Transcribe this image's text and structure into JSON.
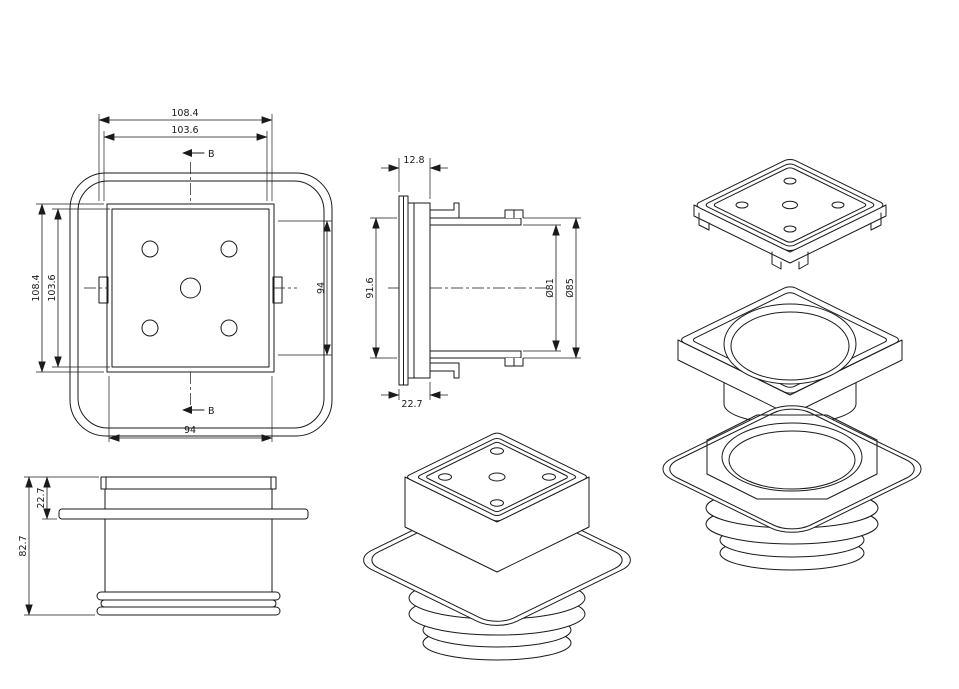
{
  "drawing": {
    "background": "#ffffff",
    "line_color": "#1a1a1a"
  },
  "views": {
    "top_view": {
      "dims": {
        "outer_width": "108.4",
        "inner_width": "103.6",
        "outer_height": "108.4",
        "inner_height": "103.6",
        "right_span": "94",
        "bottom_span": "94"
      },
      "section_marker_top": "B",
      "section_marker_bottom": "B"
    },
    "section_view": {
      "dims": {
        "flange_width": "12.8",
        "body_height": "91.6",
        "inner_diameter": "Ø81",
        "outer_diameter": "Ø85",
        "frame_depth": "22.7"
      }
    },
    "front_view": {
      "dims": {
        "top_depth": "22.7",
        "total_height": "82.7"
      }
    }
  }
}
